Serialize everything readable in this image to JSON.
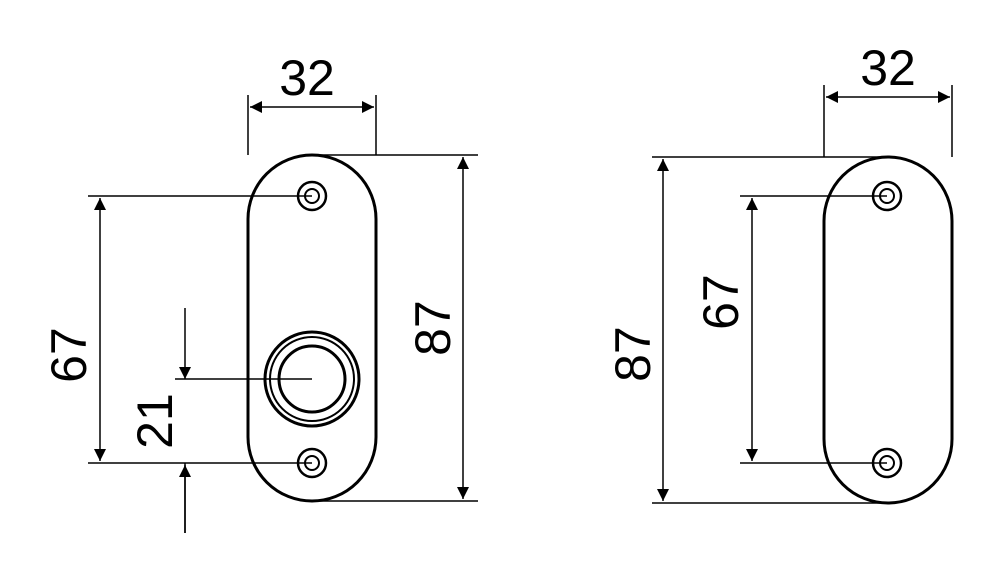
{
  "drawing": {
    "left_view": {
      "width_dim": "32",
      "height_dim": "87",
      "hole_spacing_dim": "67",
      "button_offset_dim": "21"
    },
    "right_view": {
      "width_dim": "32",
      "height_dim": "87",
      "hole_spacing_dim": "67"
    }
  },
  "colors": {
    "line": "#000000",
    "background": "#ffffff"
  }
}
